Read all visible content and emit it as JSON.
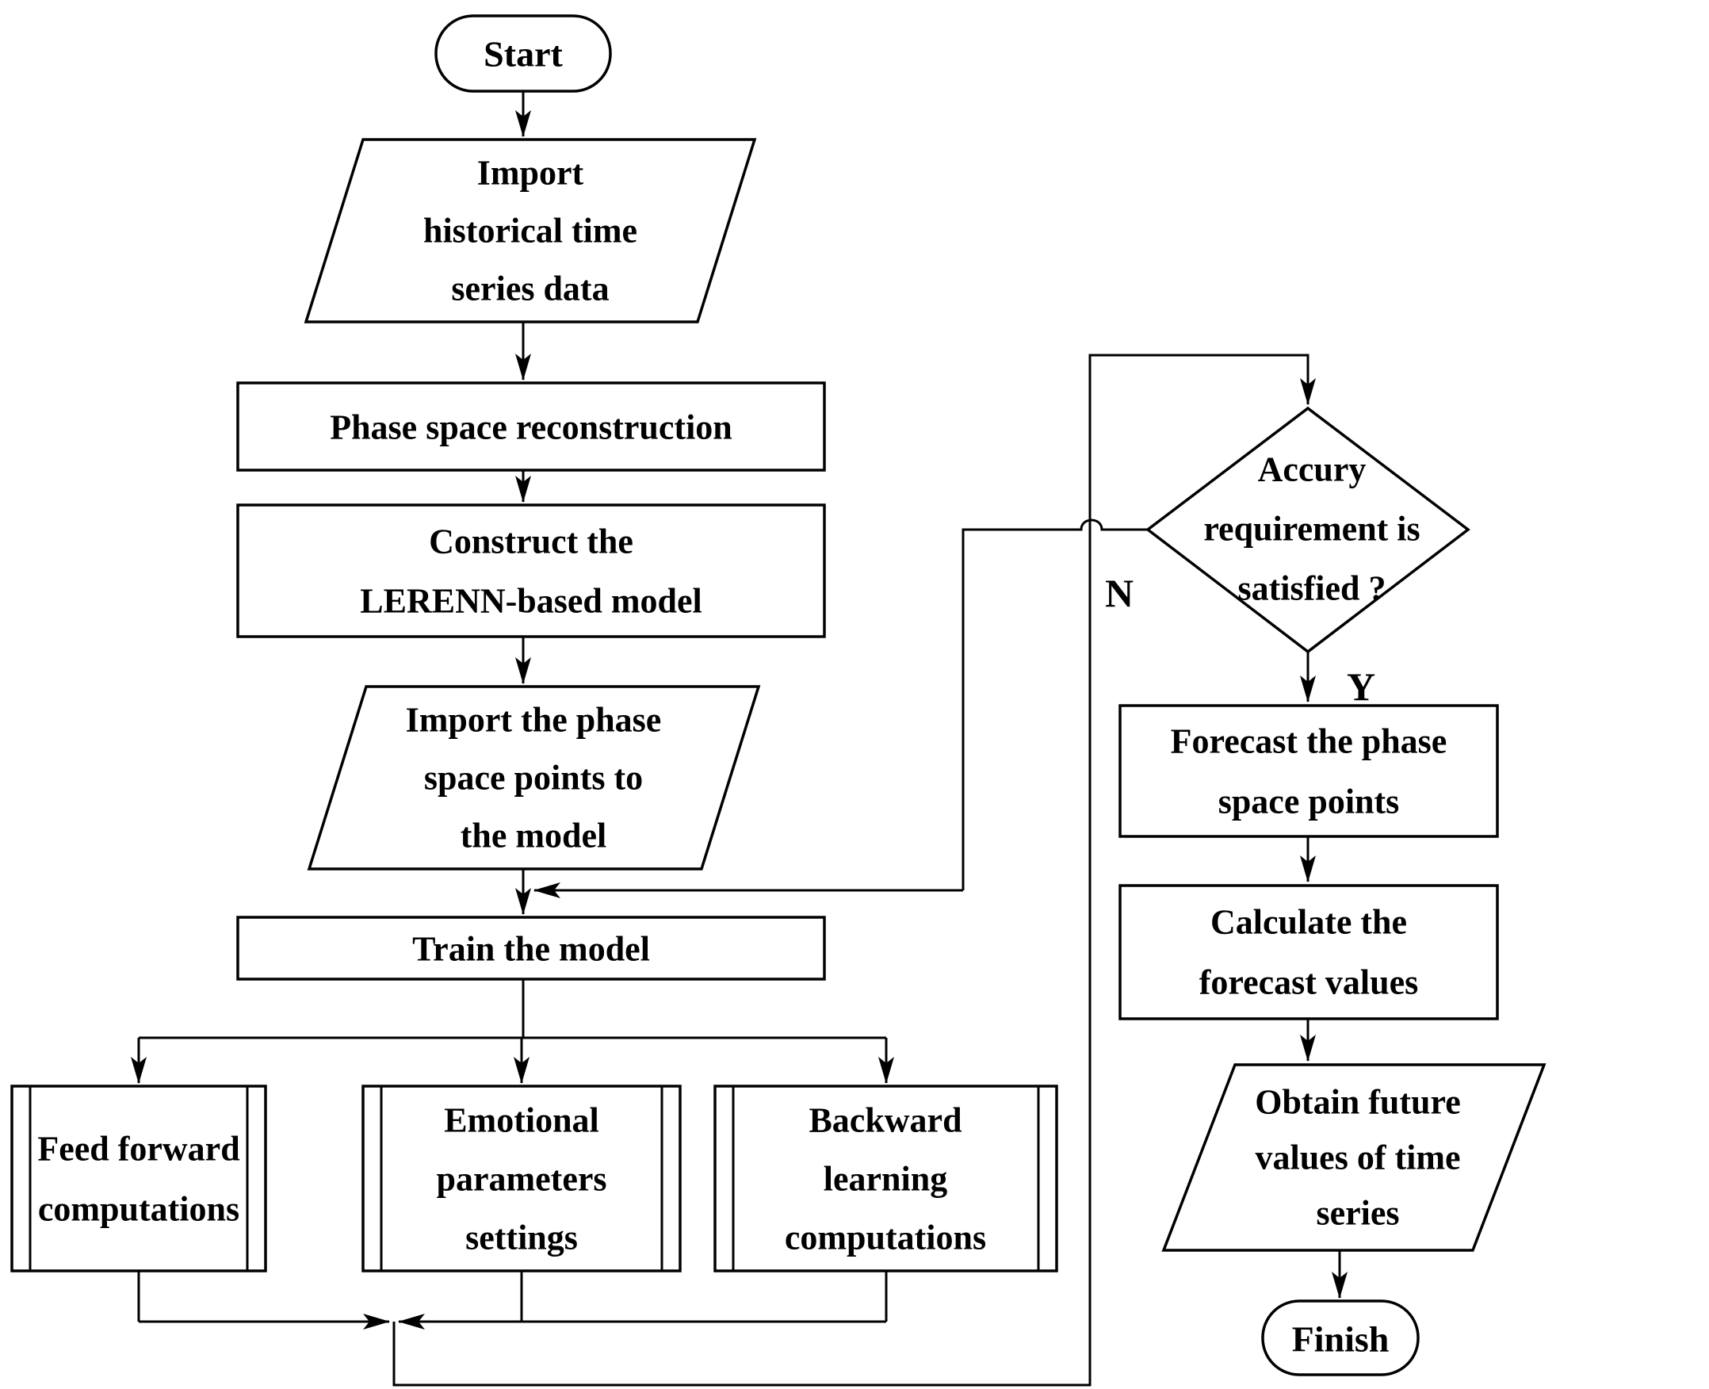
{
  "diagram_title": "LERENN-based time series forecasting flowchart",
  "colors": {
    "stroke": "#000000",
    "shape_fill": "#ffffff",
    "background": "#ffffff",
    "text": "#000000"
  },
  "nodes": {
    "start": {
      "label": "Start",
      "type": "terminator"
    },
    "import_data": {
      "line1": "Import",
      "line2": "historical time",
      "line3": "series data",
      "type": "data"
    },
    "phase_space": {
      "label": "Phase space reconstruction",
      "type": "process"
    },
    "construct": {
      "line1": "Construct the",
      "line2": "LERENN-based model",
      "type": "process"
    },
    "import_points": {
      "line1": "Import the phase",
      "line2": "space points to",
      "line3": "the model",
      "type": "data"
    },
    "train": {
      "label": "Train the model",
      "type": "process"
    },
    "feed_forward": {
      "line1": "Feed forward",
      "line2": "computations",
      "type": "predefined-process"
    },
    "emotional": {
      "line1": "Emotional",
      "line2": "parameters",
      "line3": "settings",
      "type": "predefined-process"
    },
    "backward": {
      "line1": "Backward",
      "line2": "learning",
      "line3": "computations",
      "type": "predefined-process"
    },
    "decision": {
      "line1": "Accury",
      "line2": "requirement is",
      "line3": "satisfied ?",
      "type": "decision"
    },
    "forecast": {
      "line1": "Forecast the phase",
      "line2": "space points",
      "type": "process"
    },
    "calculate": {
      "line1": "Calculate the",
      "line2": "forecast values",
      "type": "process"
    },
    "obtain": {
      "line1": "Obtain future",
      "line2": "values of time",
      "line3": "series",
      "type": "data"
    },
    "finish": {
      "label": "Finish",
      "type": "terminator"
    }
  },
  "edge_labels": {
    "no": "N",
    "yes": "Y"
  }
}
